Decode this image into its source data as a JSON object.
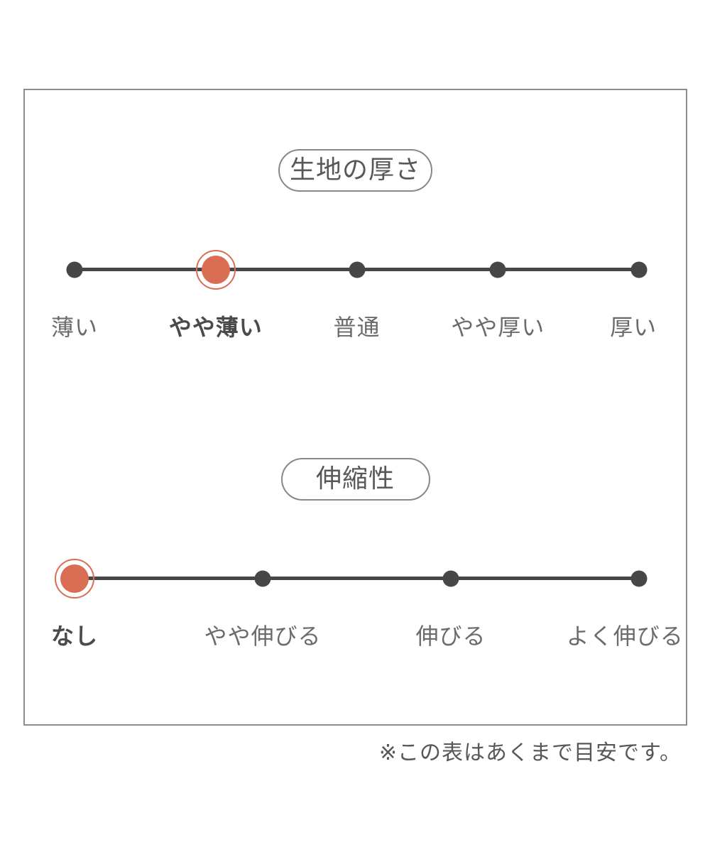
{
  "colors": {
    "accent": "#d96e54",
    "track": "#474747",
    "label": "#6b6b6b",
    "label_selected": "#4a4a4a",
    "frame_border": "#8d8d8d",
    "pill_border": "#888888",
    "title_text": "#585858",
    "footnote_text": "#575757"
  },
  "scales": [
    {
      "title": "生地の厚さ",
      "selected_index": 1,
      "selected_label": "やや薄い",
      "options": [
        "薄い",
        "やや薄い",
        "普通",
        "やや厚い",
        "厚い"
      ]
    },
    {
      "title": "伸縮性",
      "selected_index": 0,
      "selected_label": "なし",
      "options": [
        "なし",
        "やや伸びる",
        "伸びる",
        "よく伸びる"
      ]
    }
  ],
  "footnote": "※この表はあくまで目安です。",
  "chart_data": [
    {
      "type": "scatter",
      "title": "生地の厚さ",
      "categories": [
        "薄い",
        "やや薄い",
        "普通",
        "やや厚い",
        "厚い"
      ],
      "selected": "やや薄い",
      "selected_index": 1,
      "legend": "off",
      "grid": "off",
      "layout": "horizontal dot scale, selected point highlighted with orange ringed dot"
    },
    {
      "type": "scatter",
      "title": "伸縮性",
      "categories": [
        "なし",
        "やや伸びる",
        "伸びる",
        "よく伸びる"
      ],
      "selected": "なし",
      "selected_index": 0,
      "legend": "off",
      "grid": "off",
      "layout": "horizontal dot scale, selected point highlighted with orange ringed dot"
    }
  ]
}
